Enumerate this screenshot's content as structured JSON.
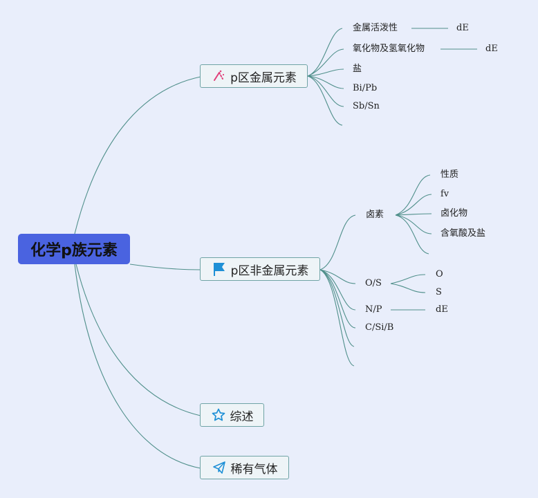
{
  "root": {
    "label": "化学p族元素"
  },
  "branches": {
    "metal": {
      "label": "p区金属元素",
      "icon": "sparkle-icon",
      "children": [
        "金属活泼性",
        "氧化物及氢氧化物",
        "盐",
        "Bi/Pb",
        "Sb/Sn"
      ],
      "sub": {
        "活泼性": "dE",
        "氧化物": "dE"
      }
    },
    "nonmetal": {
      "label": "p区非金属元素",
      "icon": "flag-icon",
      "children": [
        "卤素",
        "O/S",
        "N/P",
        "C/Si/B"
      ],
      "halogen_children": [
        "性质",
        "fv",
        "卤化物",
        "含氧酸及盐"
      ],
      "os_children": [
        "O",
        "S"
      ],
      "np_children": [
        "dE"
      ]
    },
    "summary": {
      "label": "综述",
      "icon": "star-icon"
    },
    "noble": {
      "label": "稀有气体",
      "icon": "paper-plane-icon"
    }
  },
  "colors": {
    "background": "#e9eefb",
    "root": "#4a63e0",
    "line": "#4f8f8a",
    "topic_border": "#6fa3a5",
    "flag": "#1e90d6",
    "sparkle": "#e0407a"
  }
}
